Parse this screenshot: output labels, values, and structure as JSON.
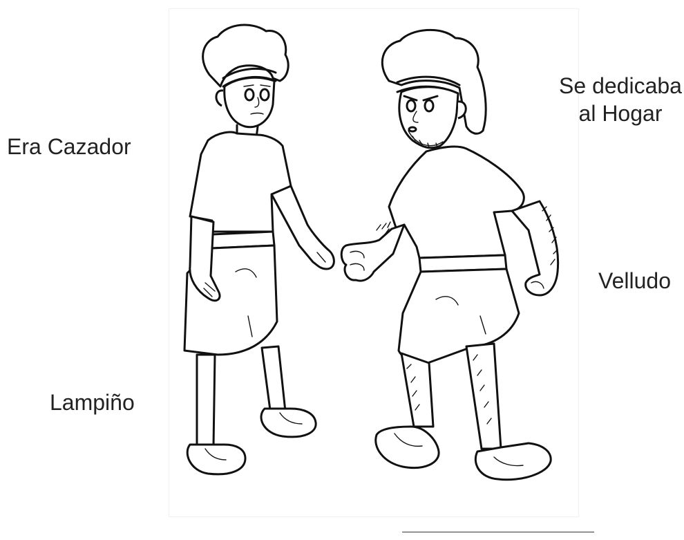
{
  "labels": {
    "hunter": "Era Cazador",
    "home_line1": "Se dedicaba",
    "home_line2": "al Hogar",
    "hairy": "Velludo",
    "smooth": "Lampiño"
  },
  "illustration": {
    "subject": "two-men-coloring-page"
  }
}
